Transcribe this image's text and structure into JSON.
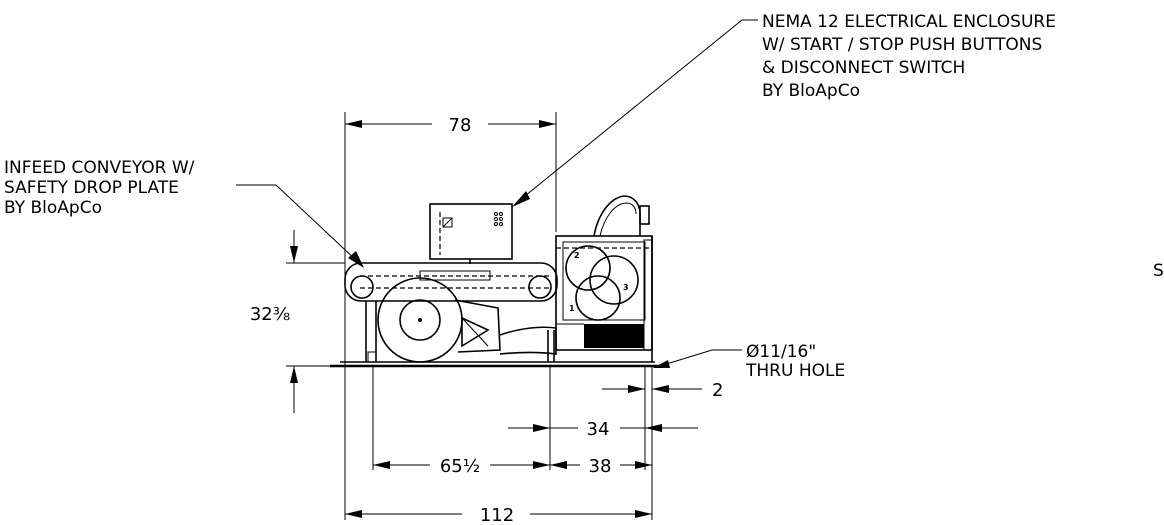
{
  "callouts": {
    "enclosure": [
      "NEMA 12 ELECTRICAL ENCLOSURE",
      "W/ START / STOP PUSH BUTTONS",
      "& DISCONNECT SWITCH",
      "BY BloApCo"
    ],
    "conveyor": [
      "INFEED CONVEYOR W/",
      "SAFETY DROP PLATE",
      "BY BloApCo"
    ],
    "hole": [
      "Ø11/16\"",
      "THRU HOLE"
    ],
    "edge_fragment": "S"
  },
  "dimensions": {
    "width_top": "78",
    "height": "32⅜",
    "right_gap": "2",
    "span_34": "34",
    "span_65": "65½",
    "span_38": "38",
    "overall": "112"
  },
  "labels": {
    "bale_1": "1",
    "bale_2": "2",
    "bale_3": "3"
  }
}
